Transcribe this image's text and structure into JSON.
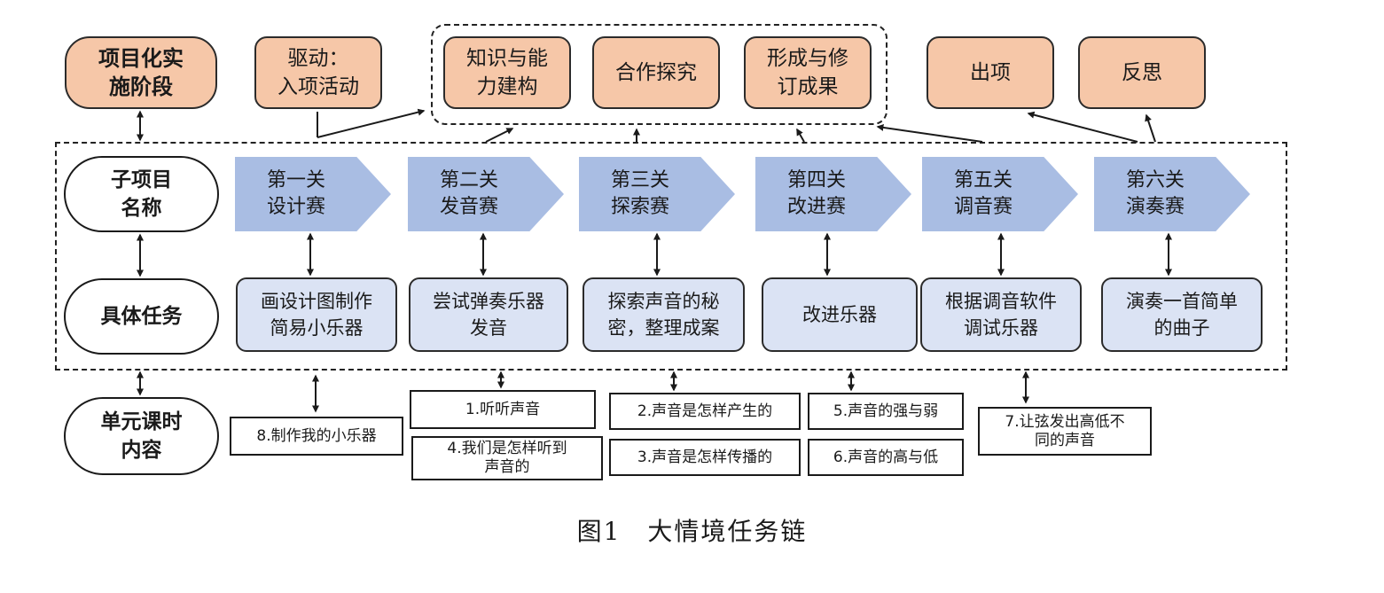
{
  "stages": {
    "row_title": "项目化实\n施阶段",
    "drive": "驱动：\n入项活动",
    "knowledge": "知识与能\n力建构",
    "cooperate": "合作探究",
    "revise": "形成与修\n订成果",
    "exit": "出项",
    "reflect": "反思"
  },
  "row_labels": {
    "subproject": "子项目\n名称",
    "task": "具体任务",
    "lesson": "单元课时\n内容"
  },
  "subprojects": [
    "第一关\n设计赛",
    "第二关\n发音赛",
    "第三关\n探索赛",
    "第四关\n改进赛",
    "第五关\n调音赛",
    "第六关\n演奏赛"
  ],
  "tasks": [
    "画设计图制作\n简易小乐器",
    "尝试弹奏乐器\n发音",
    "探索声音的秘\n密，整理成案",
    "改进乐器",
    "根据调音软件\n调试乐器",
    "演奏一首简单\n的曲子"
  ],
  "lessons": {
    "l8": "8.制作我的小乐器",
    "l1": "1.听听声音",
    "l4": "4.我们是怎样听到\n声音的",
    "l2": "2.声音是怎样产生的",
    "l3": "3.声音是怎样传播的",
    "l5": "5.声音的强与弱",
    "l6": "6.声音的高与低",
    "l7": "7.让弦发出高低不\n同的声音"
  },
  "caption": "图1　大情境任务链",
  "colors": {
    "stage_fill": "#f6c7a8",
    "subproject_fill": "#a9bde3",
    "task_fill": "#dbe3f4",
    "line": "#1a1a1a"
  }
}
